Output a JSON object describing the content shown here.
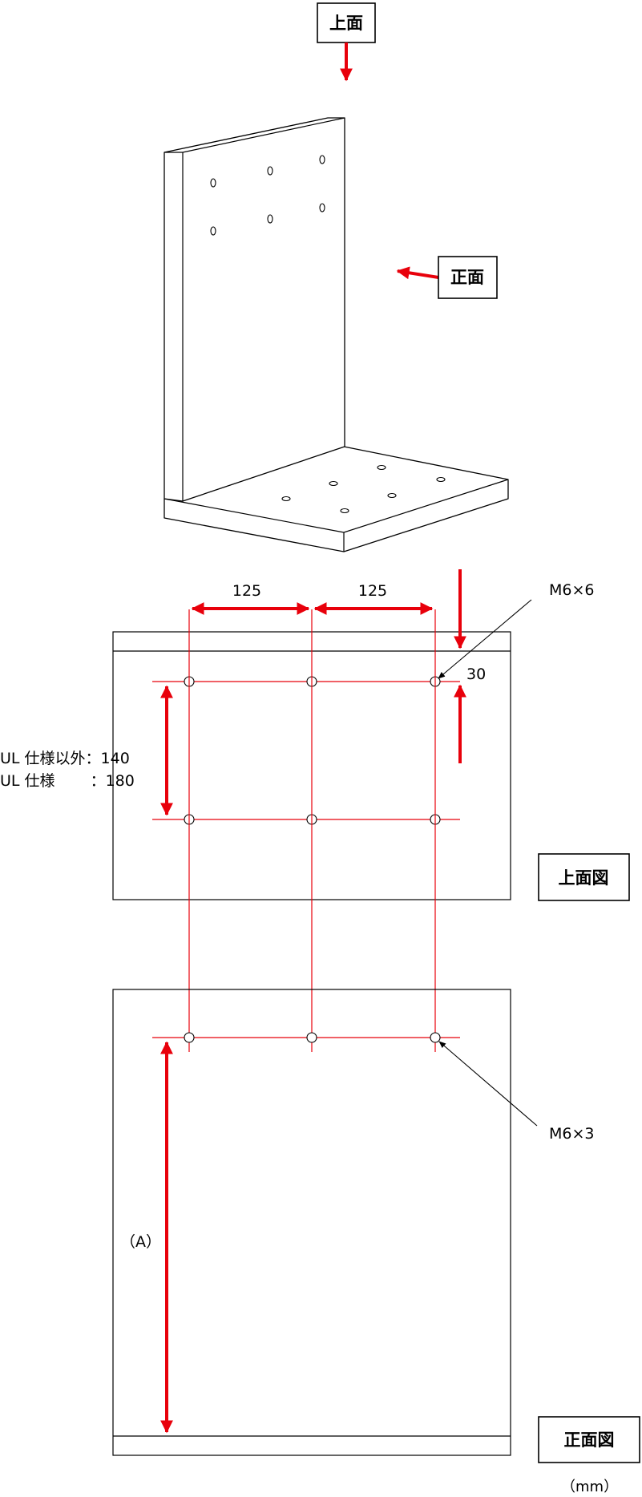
{
  "labels": {
    "top_direction": "上面",
    "front_direction": "正面",
    "top_view": "上面図",
    "front_view": "正面図",
    "unit": "（mm）"
  },
  "dimensions": {
    "pitch_left": "125",
    "pitch_right": "125",
    "edge_offset": "30",
    "spacing_non_ul": "UL 仕様以外：140",
    "spacing_ul": "UL 仕様　　 ：180",
    "front_height": "（A）"
  },
  "callouts": {
    "top_holes": "M6×6",
    "front_holes": "M6×3"
  },
  "colors": {
    "dimension_red": "#e8000b",
    "outline": "#000000"
  }
}
